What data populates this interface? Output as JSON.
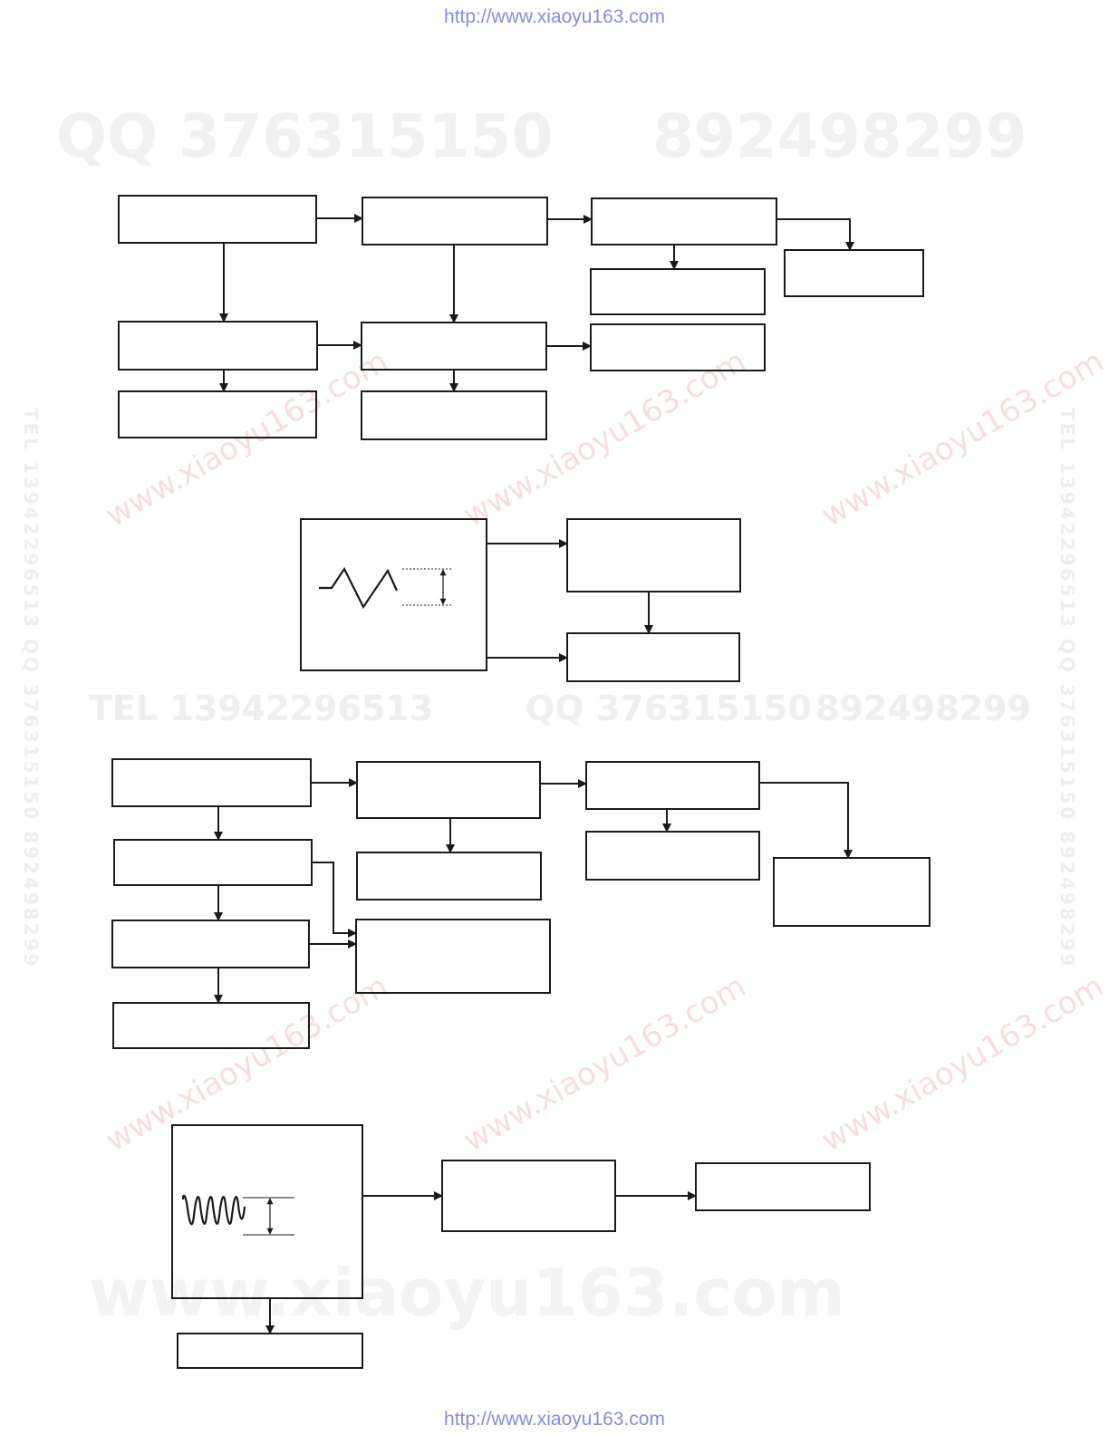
{
  "header": {
    "url": "http://www.xiaoyu163.com"
  },
  "footer": {
    "url": "http://www.xiaoyu163.com"
  },
  "watermarks": {
    "qq_a": "QQ 376315150",
    "qq_b": "892498299",
    "tel": "TEL 13942296513",
    "qq_mid": "QQ 376315150",
    "num_mid": "892498299",
    "www": "www.xiaoyu163.com",
    "site": "www.xiaoyu163.com",
    "side": "TEL 13942296513  QQ 376315150  892498299"
  },
  "colors": {
    "line": "#1a1a1a",
    "url": "#8a8ae0",
    "watermark": "#f1f1f1"
  }
}
